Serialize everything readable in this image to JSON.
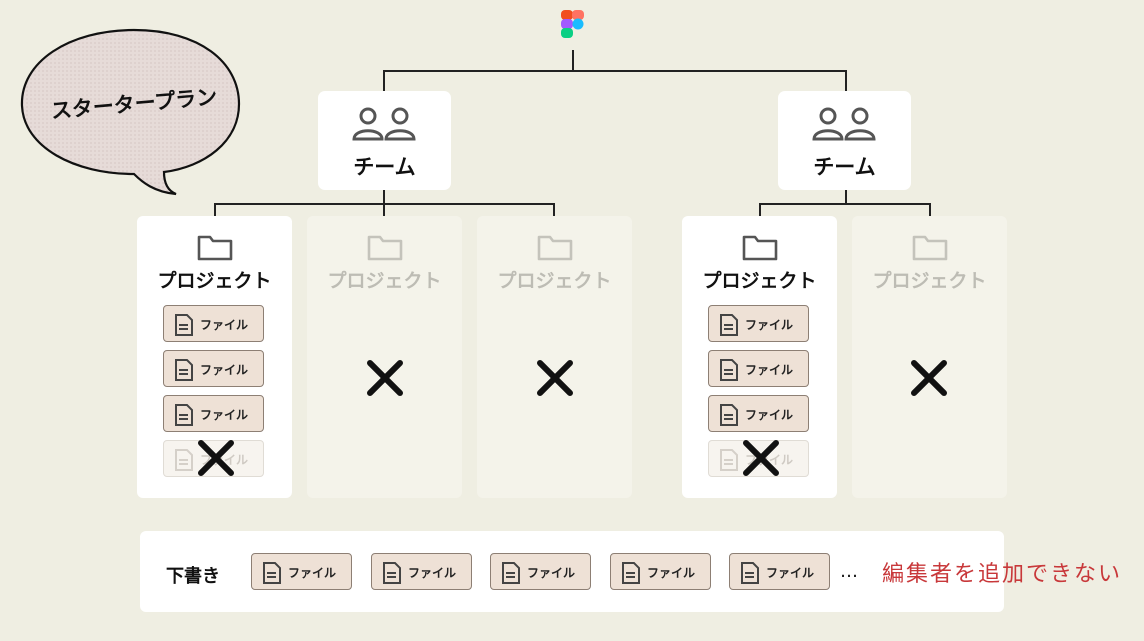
{
  "bubble": {
    "text": "スタータープラン"
  },
  "logo": {
    "icon": "figma-logo-icon",
    "colors": [
      "#f24e1e",
      "#ff7262",
      "#a259ff",
      "#1abcfe",
      "#0acf83"
    ]
  },
  "teams": [
    {
      "label": "チーム",
      "icon": "people-icon"
    },
    {
      "label": "チーム",
      "icon": "people-icon"
    }
  ],
  "projects": [
    {
      "label": "プロジェクト",
      "active": true
    },
    {
      "label": "プロジェクト",
      "active": false
    },
    {
      "label": "プロジェクト",
      "active": false
    },
    {
      "label": "プロジェクト",
      "active": true
    },
    {
      "label": "プロジェクト",
      "active": false
    }
  ],
  "file_label": "ファイル",
  "drafts": {
    "label": "下書き",
    "files": [
      "ファイル",
      "ファイル",
      "ファイル",
      "ファイル",
      "ファイル"
    ],
    "ellipsis": "…",
    "note": "編集者を追加できない"
  },
  "colors": {
    "background": "#efeee2",
    "chip": "#eee1d6",
    "note": "#c8383a"
  }
}
